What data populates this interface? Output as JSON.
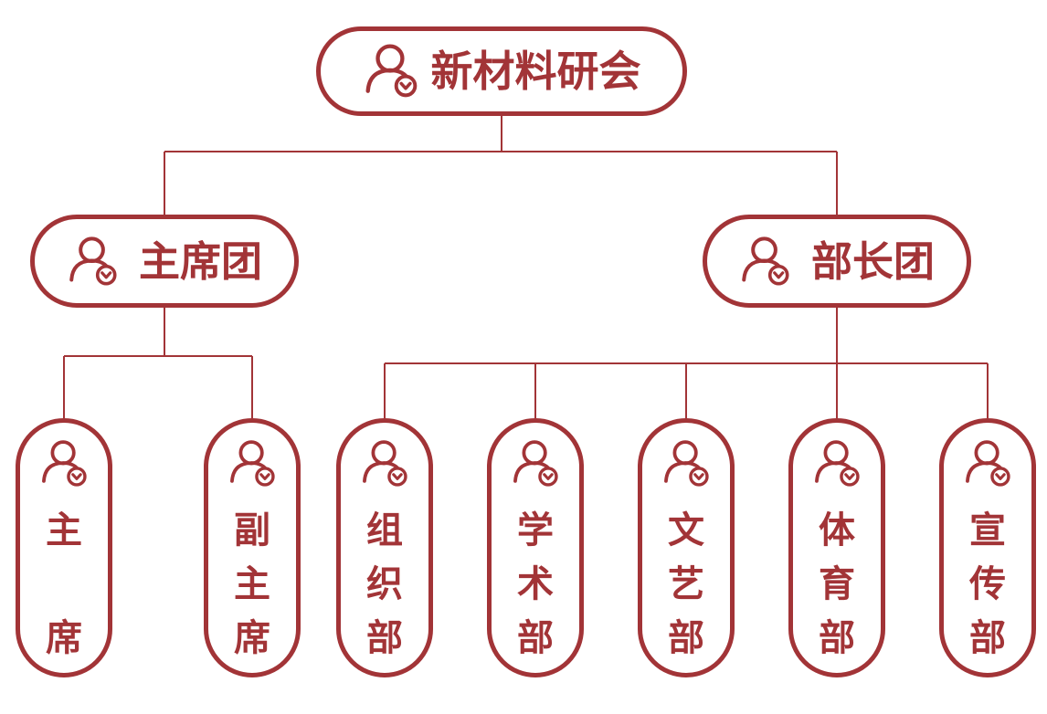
{
  "colors": {
    "accent": "#A23437",
    "background": "#FFFFFF",
    "line": "#A23437"
  },
  "org_chart": {
    "type": "org-tree",
    "node_icon": "person-check-icon",
    "root": {
      "label": "新材料研会"
    },
    "branches": [
      {
        "label": "主席团",
        "children": [
          {
            "label": "主席"
          },
          {
            "label": "副主席"
          }
        ]
      },
      {
        "label": "部长团",
        "children": [
          {
            "label": "组织部"
          },
          {
            "label": "学术部"
          },
          {
            "label": "文艺部"
          },
          {
            "label": "体育部"
          },
          {
            "label": "宣传部"
          }
        ]
      }
    ]
  }
}
